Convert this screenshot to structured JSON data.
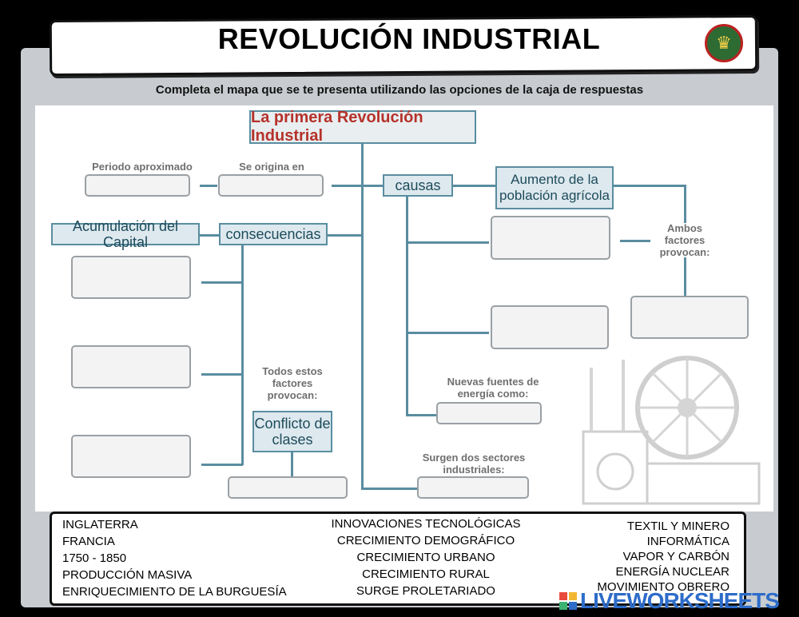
{
  "header": {
    "title": "REVOLUCIÓN INDUSTRIAL"
  },
  "instruction": "Completa el mapa que se te presenta utilizando las opciones de la caja de respuestas",
  "map": {
    "main_title": "La primera Revolución Industrial",
    "periodo_label": "Periodo aproximado",
    "origina_label": "Se origina en",
    "causas": "causas",
    "aumento": "Aumento de la población agrícola",
    "acumulacion": "Acumulación del Capital",
    "consecuencias": "consecuencias",
    "ambos": "Ambos factores provocan:",
    "todos": "Todos estos factores provocan:",
    "conflicto": "Conflicto de clases",
    "nuevas": "Nuevas fuentes de energía como:",
    "surgen": "Surgen dos sectores industriales:"
  },
  "answers": {
    "left": [
      "INGLATERRA",
      "FRANCIA",
      "1750 - 1850",
      "PRODUCCIÓN MASIVA",
      "ENRIQUECIMIENTO DE LA BURGUESÍA"
    ],
    "center": [
      "INNOVACIONES TECNOLÓGICAS",
      "CRECIMIENTO DEMOGRÁFICO",
      "CRECIMIENTO URBANO",
      "CRECIMIENTO RURAL",
      "SURGE PROLETARIADO"
    ],
    "right": [
      "TEXTIL Y MINERO",
      "INFORMÁTICA",
      "VAPOR Y CARBÓN",
      "ENERGÍA NUCLEAR",
      "MOVIMIENTO OBRERO"
    ]
  },
  "watermark": "LIVEWORKSHEETS",
  "colors": {
    "accent": "#5a8da0",
    "title_red": "#b5322a",
    "watermark_blue": "#2d6cc9"
  }
}
